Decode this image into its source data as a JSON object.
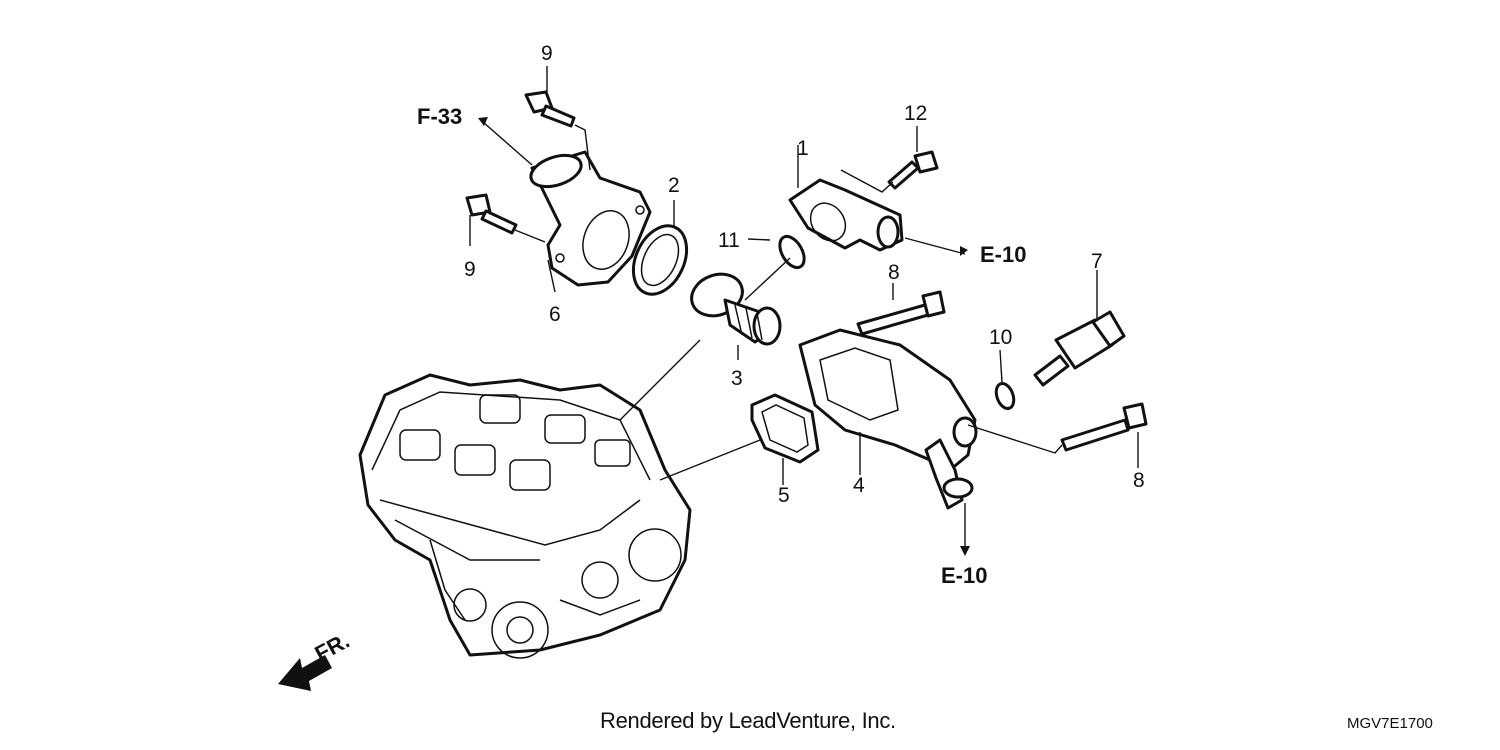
{
  "callouts": [
    "1",
    "2",
    "3",
    "4",
    "5",
    "6",
    "7",
    "8",
    "8",
    "9",
    "9",
    "10",
    "11",
    "12"
  ],
  "references": [
    "F-33",
    "E-10",
    "E-10"
  ],
  "direction_label": "FR.",
  "credit": "Rendered by LeadVenture, Inc.",
  "diagram_code": "MGV7E1700"
}
